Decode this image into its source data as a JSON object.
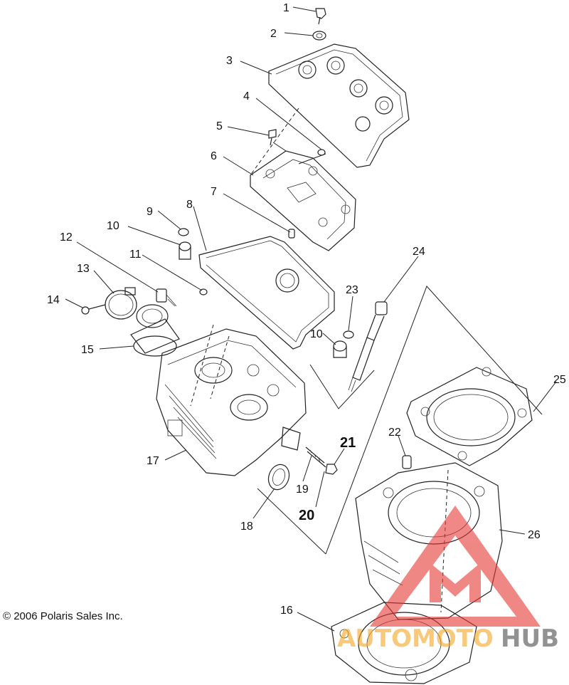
{
  "labels": {
    "l1": "1",
    "l2": "2",
    "l3": "3",
    "l4": "4",
    "l5": "5",
    "l6": "6",
    "l7": "7",
    "l8": "8",
    "l9": "9",
    "l10a": "10",
    "l10b": "10",
    "l11": "11",
    "l12": "12",
    "l13": "13",
    "l14": "14",
    "l15": "15",
    "l16": "16",
    "l17": "17",
    "l18": "18",
    "l19": "19",
    "l20": "20",
    "l21": "21",
    "l22": "22",
    "l23": "23",
    "l24": "24",
    "l25": "25",
    "l26": "26"
  },
  "copyright": "© 2006 Polaris Sales Inc.",
  "watermark": {
    "text_a": "AUTOMOTO",
    "text_b": "HUB",
    "color_a": "#f5a623",
    "color_b": "#4a4a4a",
    "triangle_color": "#e53935"
  }
}
